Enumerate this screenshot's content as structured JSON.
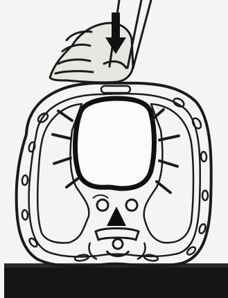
{
  "diagram": {
    "subject": "chest-compression-cross-section",
    "elements": [
      "compressing-hand",
      "downward-arrow",
      "sternum",
      "heart",
      "left-lung",
      "right-lung",
      "spine",
      "aorta",
      "ribs",
      "table-surface"
    ],
    "colors": {
      "ink": "#1a1a1a",
      "paper": "#f4f4f2",
      "surface": "#151515",
      "arrow": "#111111"
    }
  }
}
